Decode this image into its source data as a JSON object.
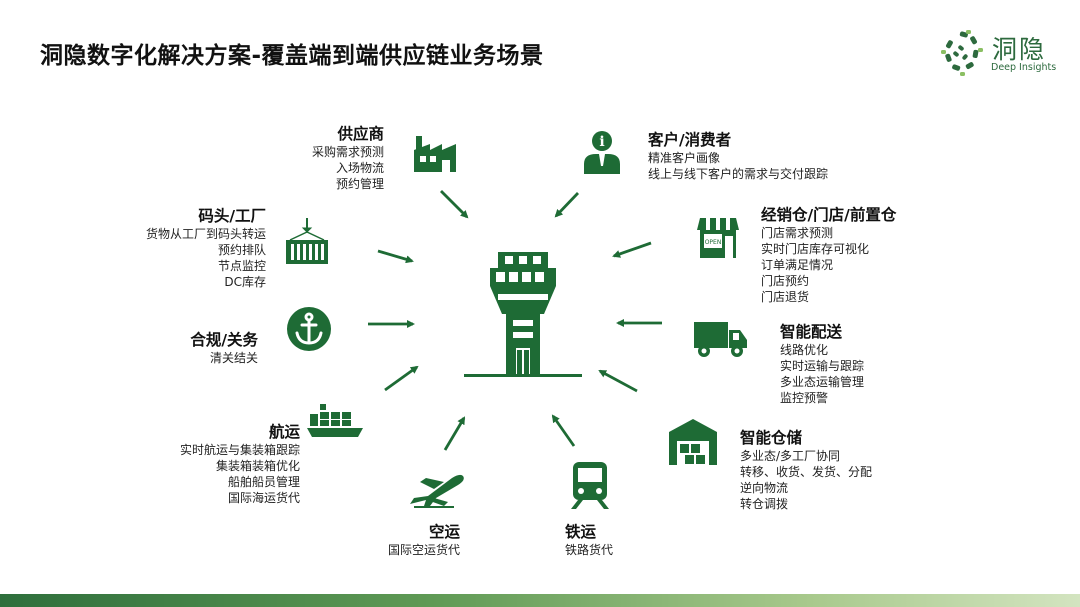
{
  "title": "洞隐数字化解决方案-覆盖端到端供应链业务场景",
  "logo": {
    "name_cn": "洞隐",
    "name_en": "Deep Insights"
  },
  "colors": {
    "primary": "#1e6b35",
    "bar_start": "#2e6f3c",
    "bar_end": "#d3e4c0"
  },
  "center_icon": "control-tower-icon",
  "groups": {
    "supplier": {
      "title": "供应商",
      "icon": "factory-icon",
      "items": [
        "采购需求预测",
        "入场物流",
        "预约管理"
      ]
    },
    "customer": {
      "title": "客户/消费者",
      "icon": "customer-info-icon",
      "items": [
        "精准客户画像",
        "线上与线下客户的需求与交付跟踪"
      ]
    },
    "port": {
      "title": "码头/工厂",
      "icon": "container-crane-icon",
      "items": [
        "货物从工厂到码头转运",
        "预约排队",
        "节点监控",
        "DC库存"
      ]
    },
    "store": {
      "title": "经销仓/门店/前置仓",
      "icon": "store-icon",
      "items": [
        "门店需求预测",
        "实时门店库存可视化",
        "订单满足情况",
        "门店预约",
        "门店退货"
      ]
    },
    "customs": {
      "title": "合规/关务",
      "icon": "anchor-icon",
      "items": [
        "清关结关"
      ]
    },
    "delivery": {
      "title": "智能配送",
      "icon": "truck-icon",
      "items": [
        "线路优化",
        "实时运输与跟踪",
        "多业态运输管理",
        "监控预警"
      ]
    },
    "shipping": {
      "title": "航运",
      "icon": "ship-icon",
      "items": [
        "实时航运与集装箱跟踪",
        "集装箱装箱优化",
        "船舶船员管理",
        "国际海运货代"
      ]
    },
    "warehouse": {
      "title": "智能仓储",
      "icon": "warehouse-icon",
      "items": [
        "多业态/多工厂协同",
        "转移、收货、发货、分配",
        "逆向物流",
        "转仓调拨"
      ]
    },
    "air": {
      "title": "空运",
      "icon": "airplane-icon",
      "items": [
        "国际空运货代"
      ]
    },
    "rail": {
      "title": "铁运",
      "icon": "train-icon",
      "items": [
        "铁路货代"
      ]
    }
  }
}
